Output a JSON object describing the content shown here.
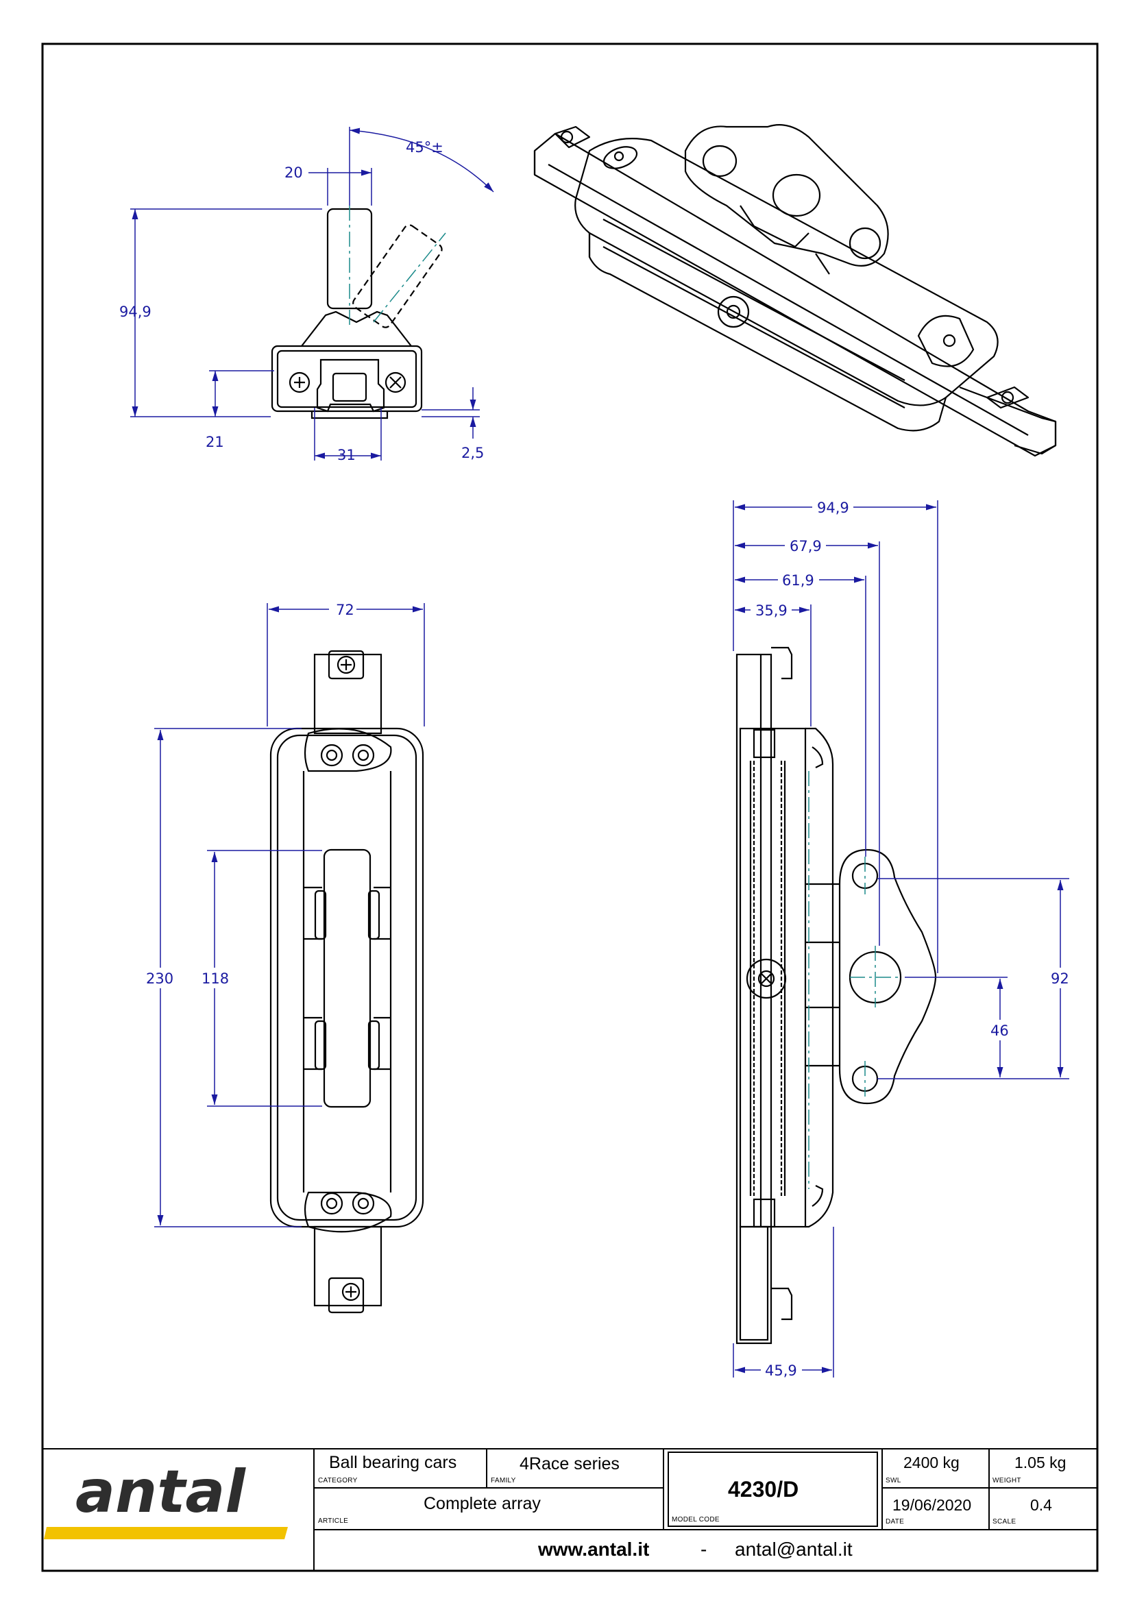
{
  "drawing": {
    "dimensions": {
      "top_width": "20",
      "angle": "45°±",
      "top_height": "94,9",
      "top_base": "21",
      "top_slot": "31",
      "top_gap": "2,5",
      "front_width": "72",
      "front_length": "230",
      "front_inner": "118",
      "side_total": "94,9",
      "side_67": "67,9",
      "side_61": "61,9",
      "side_35": "35,9",
      "side_base": "45,9",
      "side_hole_span": "92",
      "side_hole_half": "46"
    }
  },
  "title_block": {
    "logo": "antal",
    "category_value": "Ball bearing cars",
    "category_label": "CATEGORY",
    "family_value": "4Race series",
    "family_label": "FAMILY",
    "article_value": "Complete array",
    "article_label": "ARTICLE",
    "model_code_value": "4230/D",
    "model_code_label": "MODEL CODE",
    "swl_value": "2400 kg",
    "swl_label": "SWL",
    "weight_value": "1.05 kg",
    "weight_label": "WEIGHT",
    "date_value": "19/06/2020",
    "date_label": "DATE",
    "scale_value": "0.4",
    "scale_label": "SCALE",
    "website": "www.antal.it",
    "separator": "-",
    "email": "antal@antal.it"
  },
  "colors": {
    "dimension": "#1a1aa0",
    "centerline": "#1a8a8a",
    "logo_bar": "#f2c200",
    "ink": "#000000"
  }
}
